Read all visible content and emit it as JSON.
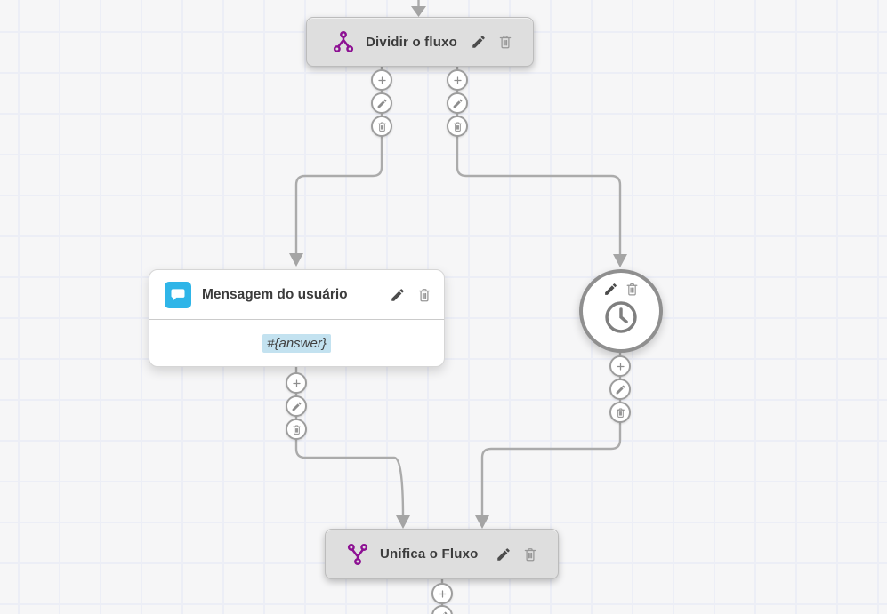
{
  "canvas": {
    "background_color": "#f6f6f7",
    "grid_color": "#eceef6",
    "wire_color": "#ababab"
  },
  "palette": {
    "flow_purple": "#8d1193",
    "message_blue": "#2fb5e8",
    "highlight_blue": "#c3e2f0",
    "node_gray": "#dedede"
  },
  "nodes": {
    "split": {
      "title": "Dividir o fluxo",
      "icon": "split-flow-icon"
    },
    "user_message": {
      "title": "Mensagem do usuário",
      "body": "#{answer}",
      "icon": "chat-bubble-icon"
    },
    "timer": {
      "icon": "clock-icon"
    },
    "merge": {
      "title": "Unifica o Fluxo",
      "icon": "merge-flow-icon"
    }
  },
  "port_actions": {
    "add": "plus-icon",
    "edit": "pencil-icon",
    "delete": "trash-icon"
  }
}
